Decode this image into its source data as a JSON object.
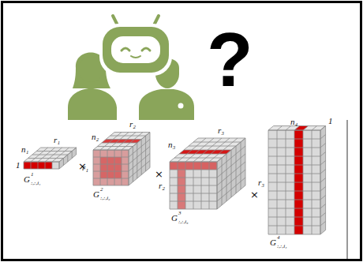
{
  "diagram": {
    "labels": [
      "?",
      "n₁",
      "r₁",
      "1",
      "G",
      "1",
      ":,:,i₁",
      "×",
      "n₂",
      "r₂",
      "r₁",
      "G",
      "2",
      ":,:,i₂",
      "×",
      "n₃",
      "r₃",
      "r₂",
      "G",
      "3",
      ":,:,i₃",
      "×",
      "n₄",
      "1",
      "r₃",
      "G",
      "4",
      ":,:,i₄"
    ]
  }
}
